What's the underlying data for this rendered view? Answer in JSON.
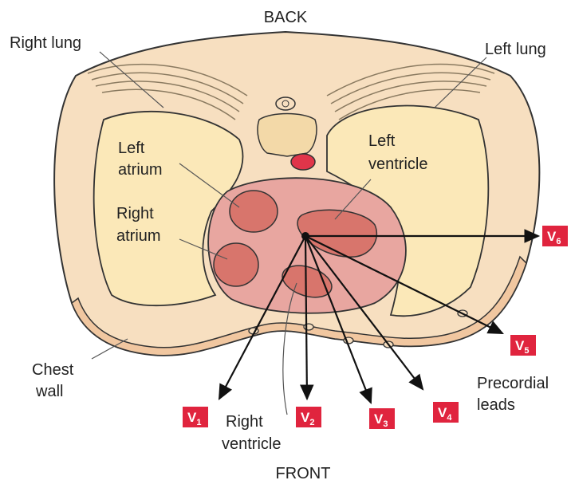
{
  "diagram": {
    "orientation": {
      "top": "BACK",
      "bottom": "FRONT"
    },
    "anatomy_labels": {
      "right_lung": "Right lung",
      "left_lung": "Left lung",
      "left_atrium_1": "Left",
      "left_atrium_2": "atrium",
      "right_atrium_1": "Right",
      "right_atrium_2": "atrium",
      "left_ventricle_1": "Left",
      "left_ventricle_2": "ventricle",
      "right_ventricle_1": "Right",
      "right_ventricle_2": "ventricle",
      "chest_wall_1": "Chest",
      "chest_wall_2": "wall",
      "precordial_1": "Precordial",
      "precordial_2": "leads"
    },
    "leads": [
      {
        "name": "V",
        "num": "1"
      },
      {
        "name": "V",
        "num": "2"
      },
      {
        "name": "V",
        "num": "3"
      },
      {
        "name": "V",
        "num": "4"
      },
      {
        "name": "V",
        "num": "5"
      },
      {
        "name": "V",
        "num": "6"
      }
    ],
    "colors": {
      "body_fill": "#f7dfc0",
      "lung_fill": "#fbe8b8",
      "heart_outer": "#e8a6a0",
      "heart_chamber": "#d8756c",
      "lead_box": "#e0243e",
      "outline": "#333333"
    }
  }
}
